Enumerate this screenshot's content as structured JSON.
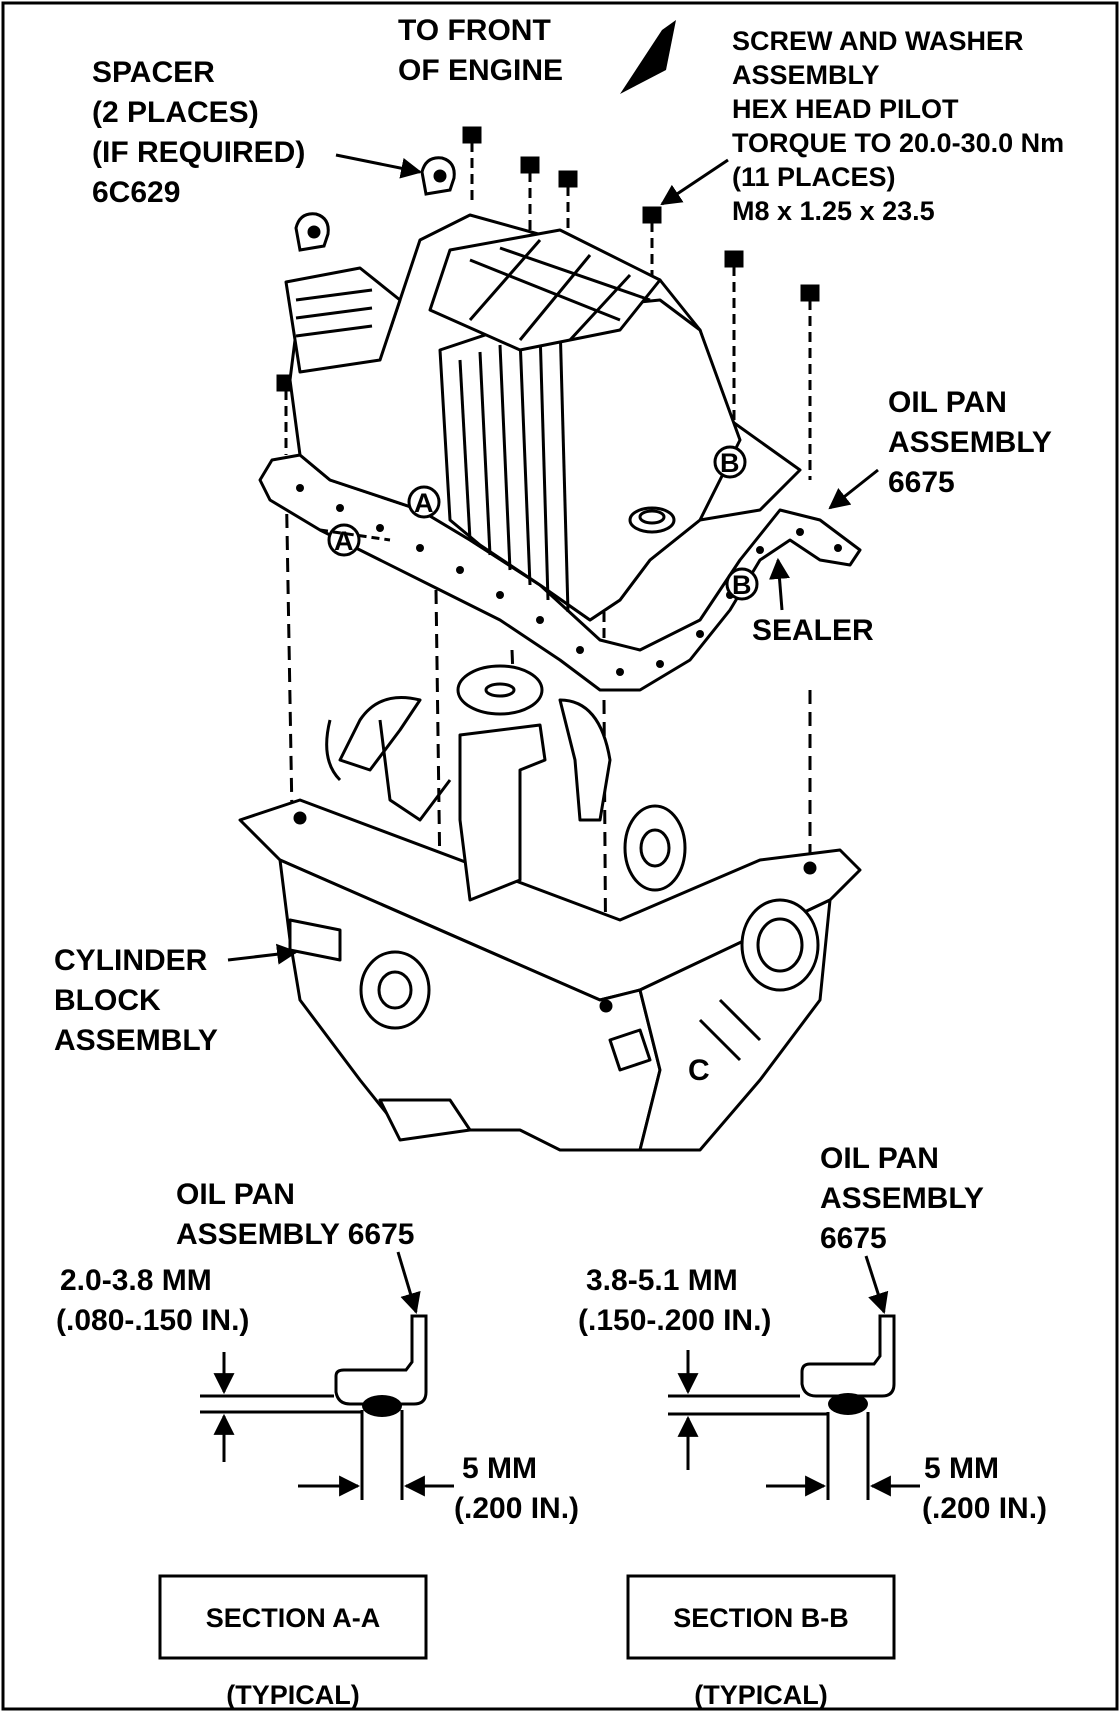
{
  "labels": {
    "to_front": [
      "TO FRONT",
      "OF ENGINE"
    ],
    "spacer": [
      "SPACER",
      "(2 PLACES)",
      "(IF REQUIRED)",
      "6C629"
    ],
    "screw": [
      "SCREW AND WASHER",
      "ASSEMBLY",
      "HEX HEAD PILOT",
      "TORQUE TO 20.0-30.0 Nm",
      "(11 PLACES)",
      "M8 x 1.25 x 23.5"
    ],
    "oil_pan_top": [
      "OIL PAN",
      "ASSEMBLY",
      "6675"
    ],
    "sealer": "SEALER",
    "cylinder_block": [
      "CYLINDER",
      "BLOCK",
      "ASSEMBLY"
    ],
    "marker_a": "A",
    "marker_b": "B",
    "marker_c": "C"
  },
  "section_a": {
    "part": [
      "OIL PAN",
      "ASSEMBLY 6675"
    ],
    "gap": [
      "2.0-3.8 MM",
      "(.080-.150 IN.)"
    ],
    "width": [
      "5 MM",
      "(.200 IN.)"
    ],
    "title": "SECTION A-A",
    "note": "(TYPICAL)"
  },
  "section_b": {
    "part": [
      "OIL PAN",
      "ASSEMBLY",
      "6675"
    ],
    "gap": [
      "3.8-5.1 MM",
      "(.150-.200 IN.)"
    ],
    "width": [
      "5 MM",
      "(.200 IN.)"
    ],
    "title": "SECTION B-B",
    "note": "(TYPICAL)"
  }
}
